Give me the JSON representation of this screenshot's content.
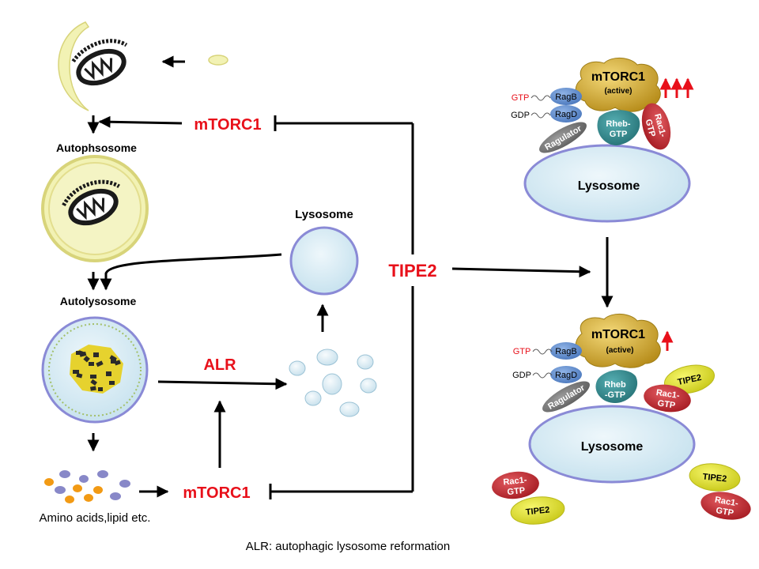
{
  "labels": {
    "autophagosome": "Autophsosome",
    "autolysosome": "Autolysosome",
    "amino_acids": "Amino acids,lipid etc.",
    "lysosome_center": "Lysosome",
    "mtorc1_top": "mTORC1",
    "mtorc1_bottom": "mTORC1",
    "alr": "ALR",
    "tipe2_center": "TIPE2",
    "footnote": "ALR: autophagic lysosome reformation"
  },
  "top_complex": {
    "mtorc1": "mTORC1",
    "active": "(active)",
    "ragb": "RagB",
    "ragd": "RagD",
    "gtp": "GTP",
    "gdp": "GDP",
    "ragulator": "Ragulator",
    "rheb_gtp": "Rheb-\nGTP",
    "rac1_gtp": "Rac1-\nGTP",
    "lysosome": "Lysosome",
    "arrows_up": 3
  },
  "bottom_complex": {
    "mtorc1": "mTORC1",
    "active": "(active)",
    "ragb": "RagB",
    "ragd": "RagD",
    "gtp": "GTP",
    "gdp": "GDP",
    "ragulator": "Ragulator",
    "rheb_gtp": "Rheb\n-GTP",
    "tipe2": "TIPE2",
    "rac1_gtp": "Rac1-\nGTP",
    "lysosome": "Lysosome",
    "arrows_up": 1
  },
  "colors": {
    "red_text": "#e8101a",
    "lysosome_fill": "#cfe8f2",
    "lysosome_stroke": "#8a8ad6",
    "mtorc1_gold": "#c9a227",
    "rag_blue": "#5f8fd0",
    "ragulator_gray": "#777777",
    "rheb_teal": "#2f8a8f",
    "rac1_red": "#c8242c",
    "tipe2_yellow": "#e6e621",
    "vesicle_fill": "#f2f2b4",
    "vesicle_stroke": "#d8d47a"
  }
}
